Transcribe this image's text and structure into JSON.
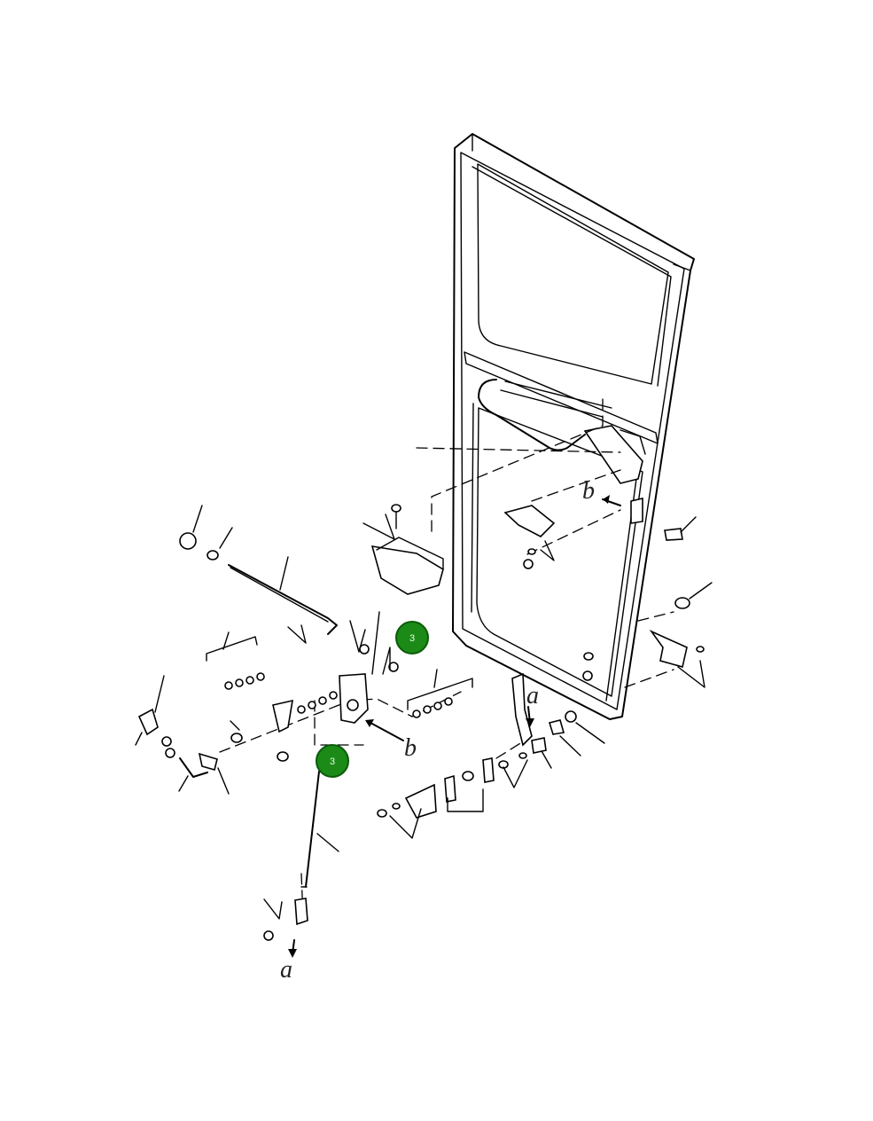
{
  "callouts": [
    {
      "label": "3",
      "color": "#1b8a17"
    },
    {
      "label": "3",
      "color": "#1b8a17"
    }
  ],
  "view_labels": {
    "a": "a",
    "b": "b"
  }
}
